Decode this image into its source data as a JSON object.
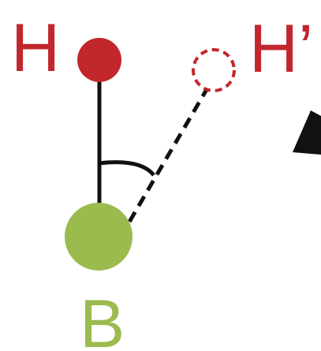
{
  "labels": {
    "h": "H",
    "h_prime": "H’",
    "b": "B"
  },
  "colors": {
    "hydrogen": "#c1272d",
    "boron": "#9bbb4f",
    "bond": "#111111",
    "arrow": "#111111"
  }
}
